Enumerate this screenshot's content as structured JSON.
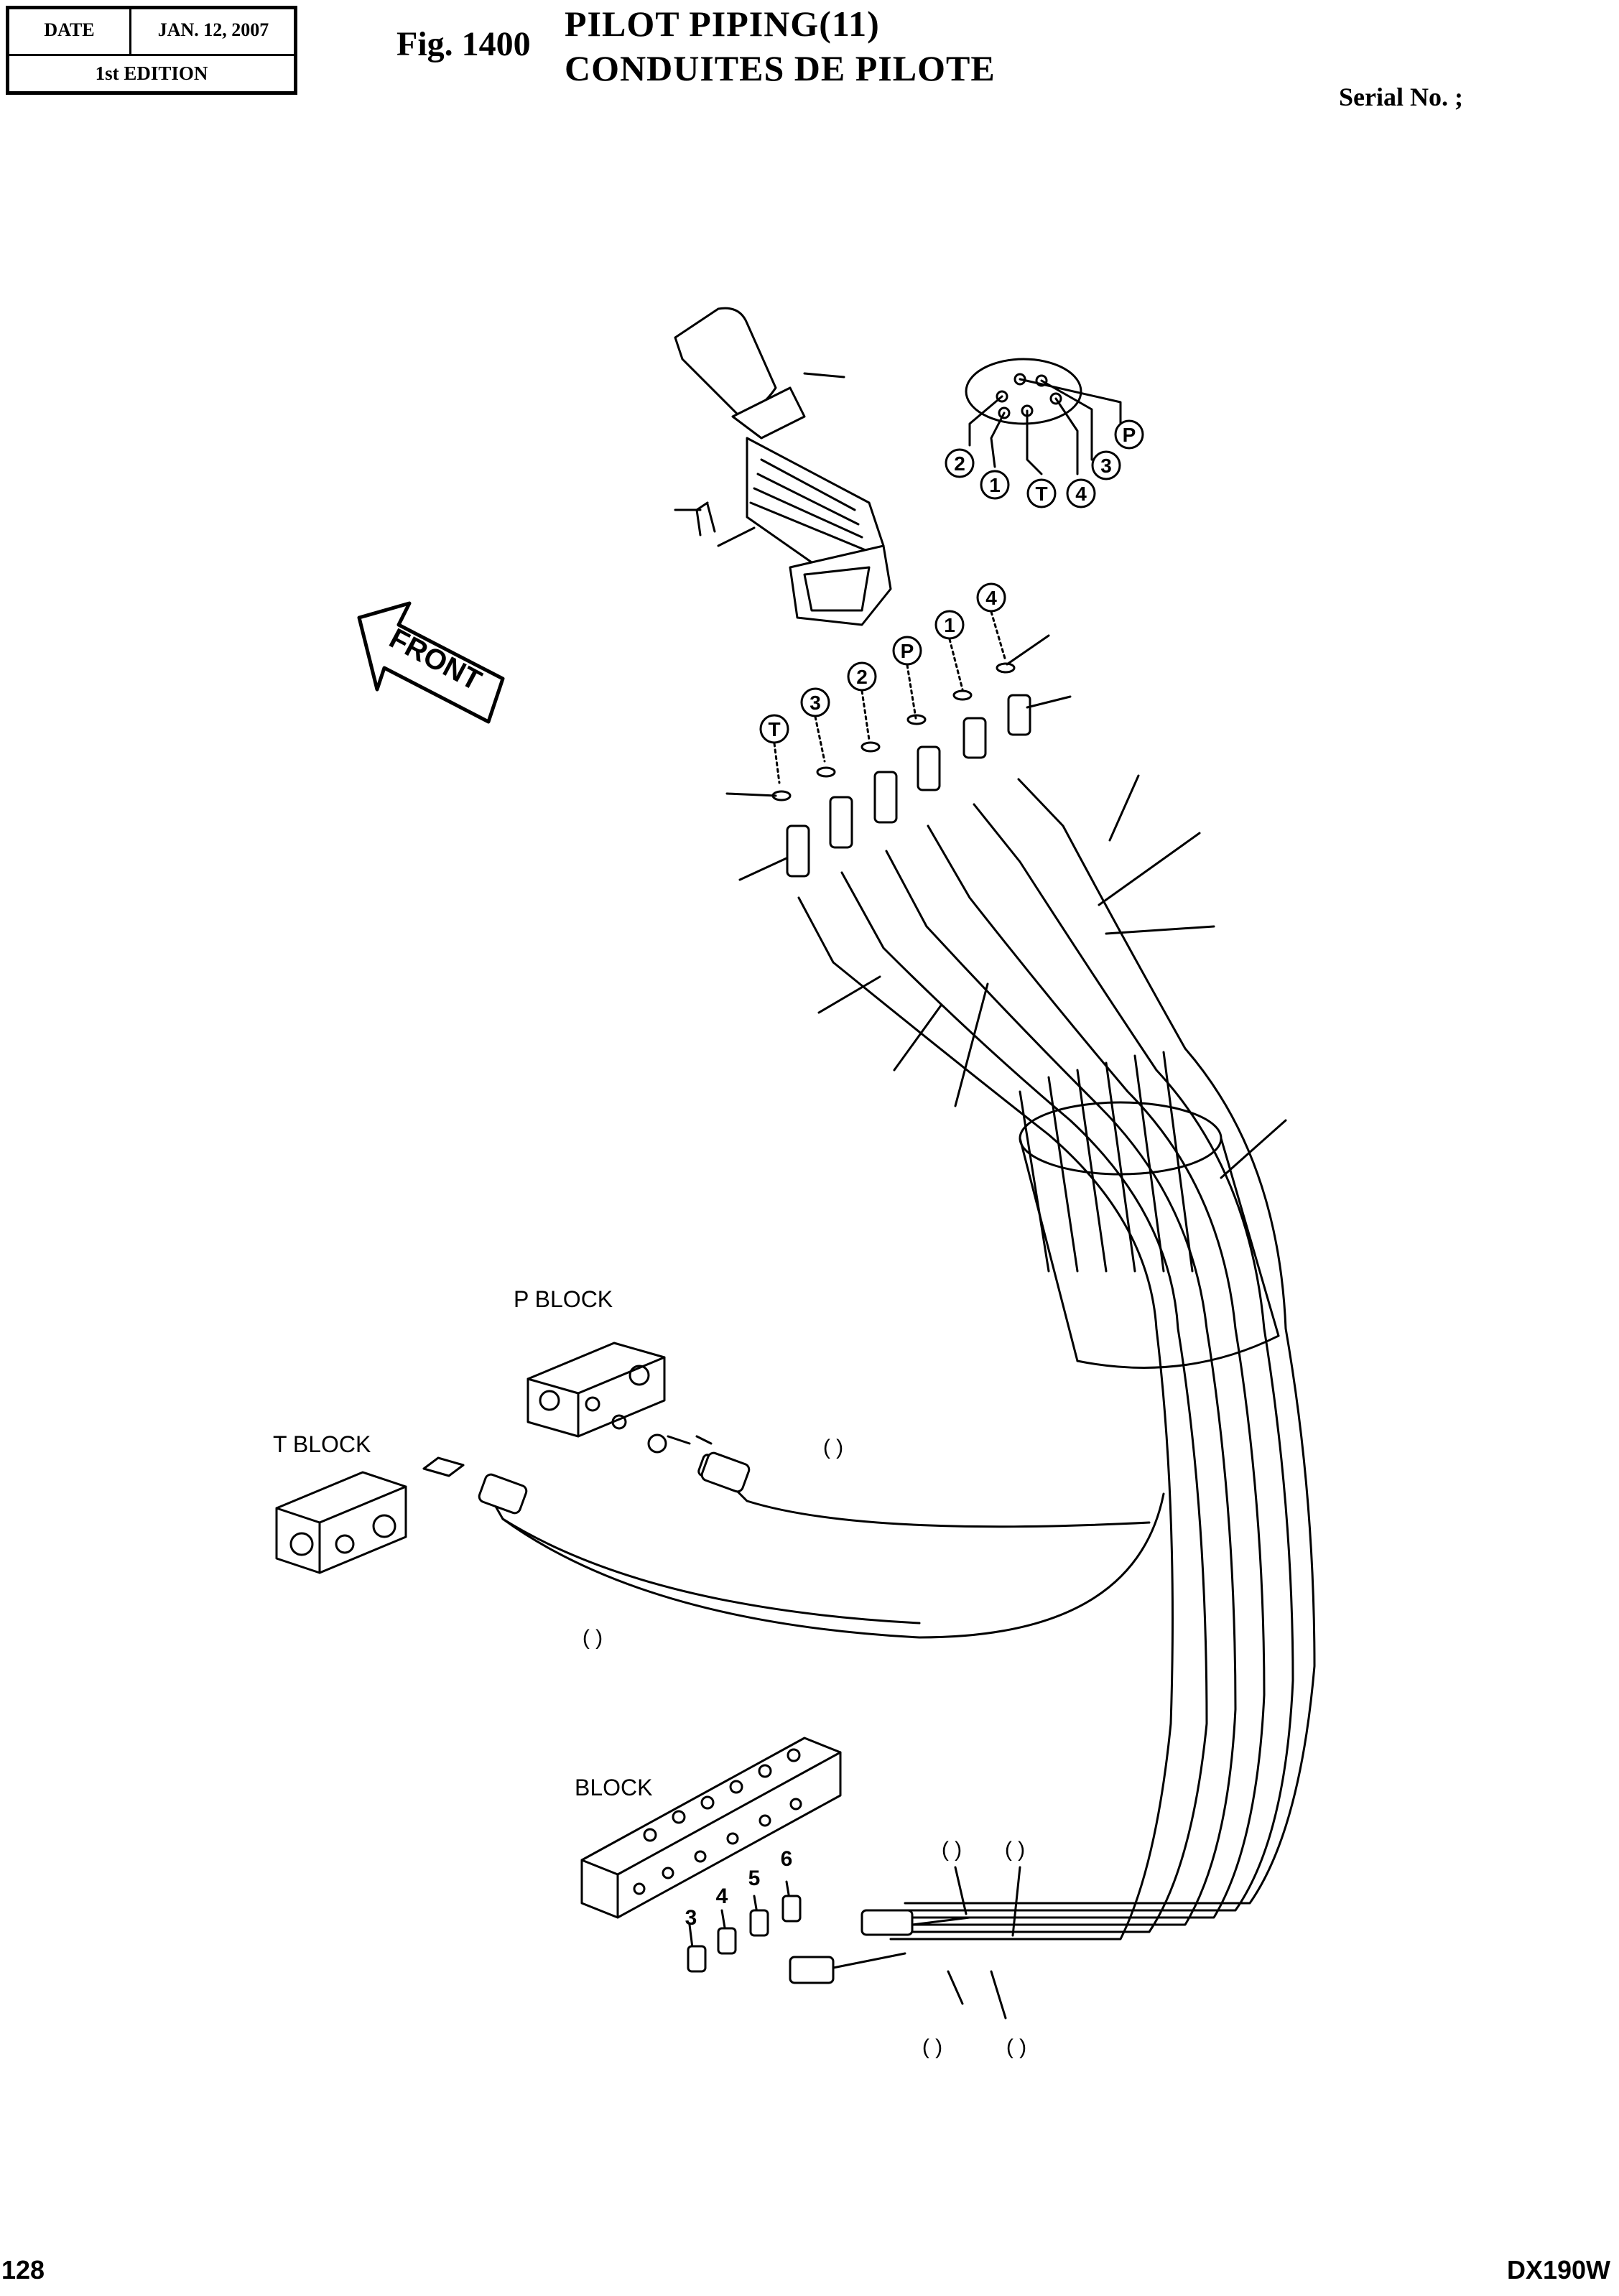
{
  "header": {
    "date_label": "DATE",
    "date_value": "JAN. 12, 2007",
    "edition": "1st EDITION"
  },
  "figure": {
    "number": "Fig. 1400",
    "title_en": "PILOT  PIPING(11)",
    "title_fr": "CONDUITES  DE  PILOTE",
    "serial": "Serial No. ;"
  },
  "diagram": {
    "front_arrow": "FRONT",
    "port_pattern_labels": [
      "2",
      "1",
      "T",
      "4",
      "3",
      "P"
    ],
    "port_labels": [
      "T",
      "3",
      "2",
      "P",
      "1",
      "4"
    ],
    "p_block": "P BLOCK",
    "t_block": "T BLOCK",
    "block": "BLOCK",
    "block_ports": [
      "3",
      "4",
      "5",
      "6"
    ],
    "hose_refs": [
      "( )",
      "( )",
      "( )",
      "( )",
      "( )",
      "( )"
    ]
  },
  "footer": {
    "page_number": "128",
    "model": "DX190W"
  }
}
